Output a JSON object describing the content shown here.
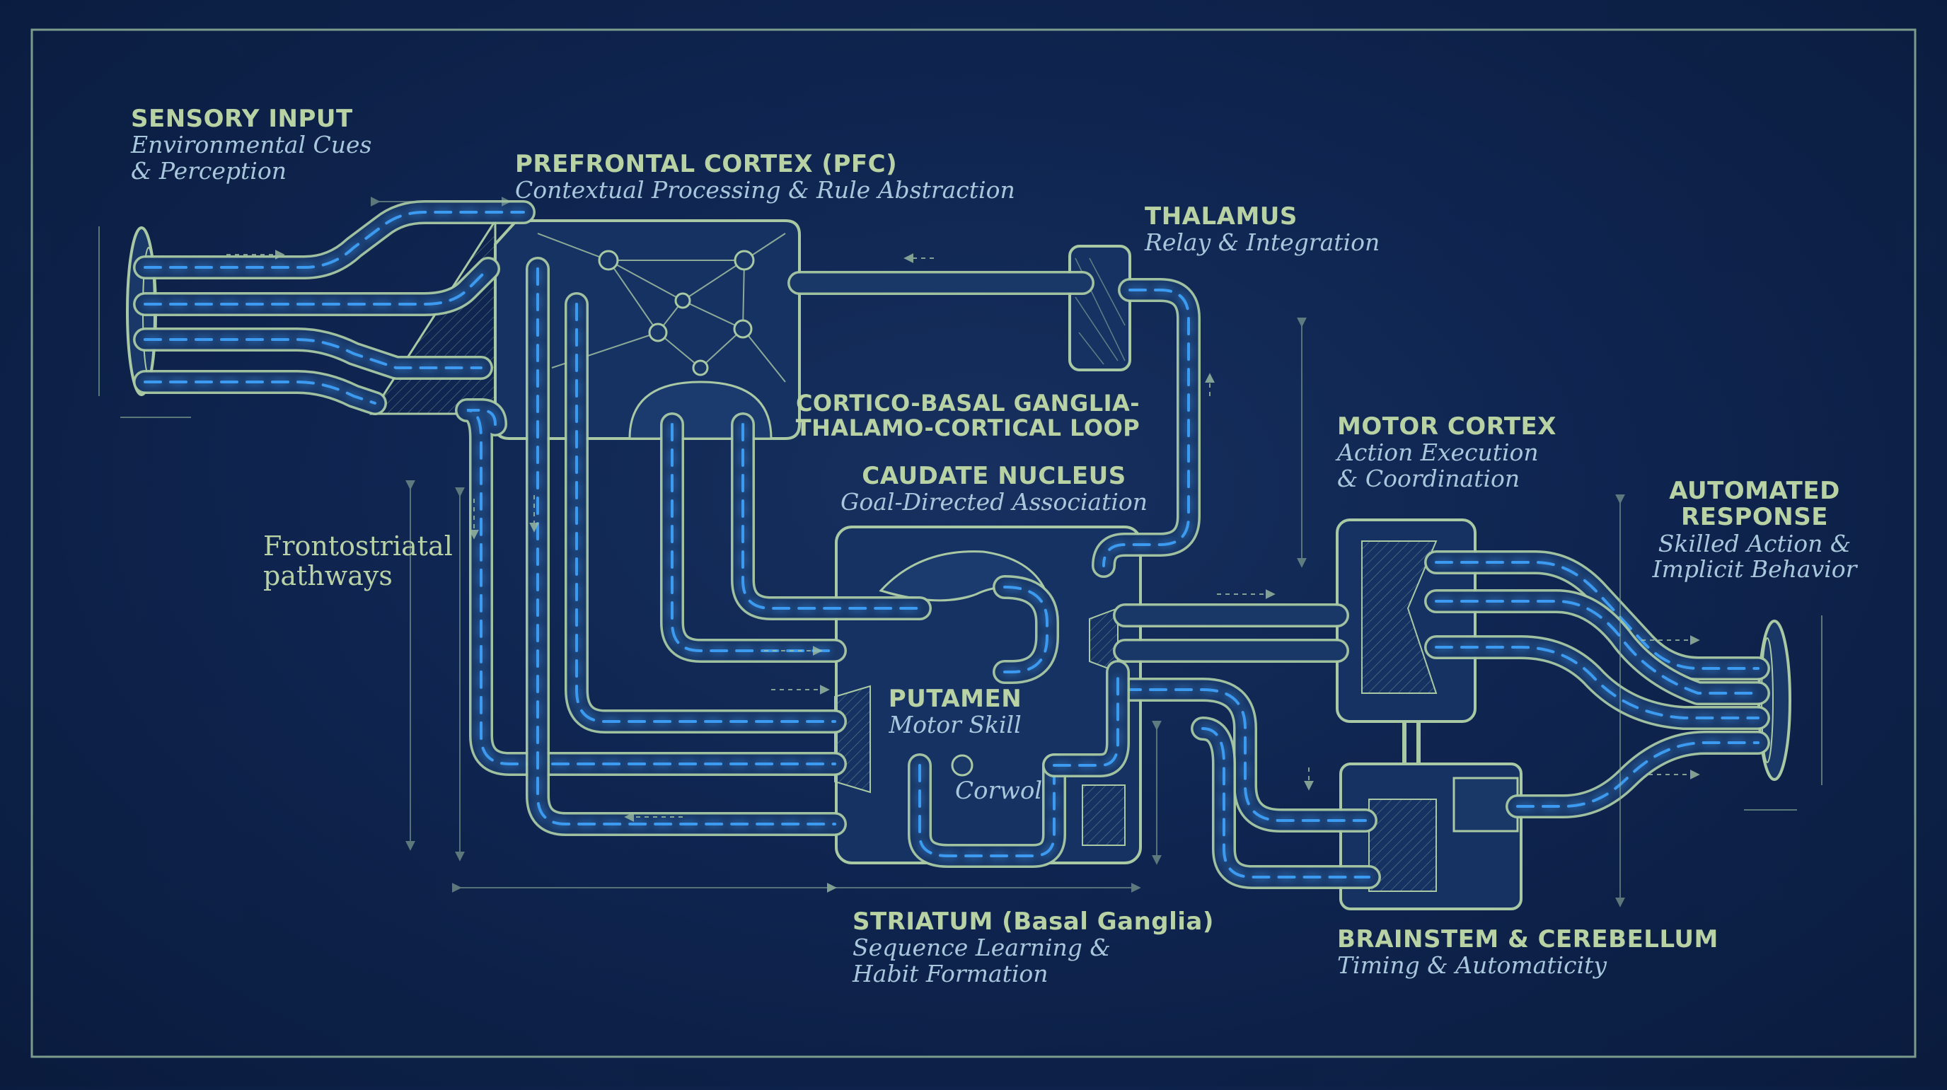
{
  "diagram": {
    "colors": {
      "background": "#0f2550",
      "frame": "#8fb39a",
      "pipe_stroke": "#a9c9a4",
      "pipe_fill": "#193767",
      "signal_glow": "#3fa6ff",
      "label_title": "#b8d2a4",
      "label_subtitle": "#a9c7dc"
    },
    "nodes": {
      "sensory": {
        "title": "SENSORY INPUT",
        "line1": "Environmental Cues",
        "line2": "& Perception"
      },
      "pfc": {
        "title": "PREFRONTAL CORTEX (PFC)",
        "subtitle": "Contextual Processing & Rule Abstraction"
      },
      "thalamus": {
        "title": "THALAMUS",
        "subtitle": "Relay & Integration"
      },
      "loop": {
        "line1": "CORTICO-BASAL GANGLIA-",
        "line2": "THALAMO-CORTICAL LOOP"
      },
      "caudate": {
        "title": "CAUDATE NUCLEUS",
        "subtitle": "Goal-Directed Association"
      },
      "frontostriatal": {
        "line1": "Frontostriatal",
        "line2": "pathways"
      },
      "motor": {
        "title": "MOTOR CORTEX",
        "line1": "Action Execution",
        "line2": "& Coordination"
      },
      "automated": {
        "title1": "AUTOMATED",
        "title2": "RESPONSE",
        "line1": "Skilled Action &",
        "line2": "Implicit Behavior"
      },
      "putamen": {
        "title": "PUTAMEN",
        "subtitle": "Motor Skill",
        "control": "Corwol"
      },
      "striatum": {
        "title": "STRIATUM (Basal Ganglia)",
        "line1": "Sequence Learning &",
        "line2": "Habit Formation"
      },
      "brainstem": {
        "title": "BRAINSTEM & CEREBELLUM",
        "subtitle": "Timing & Automaticity"
      }
    }
  }
}
